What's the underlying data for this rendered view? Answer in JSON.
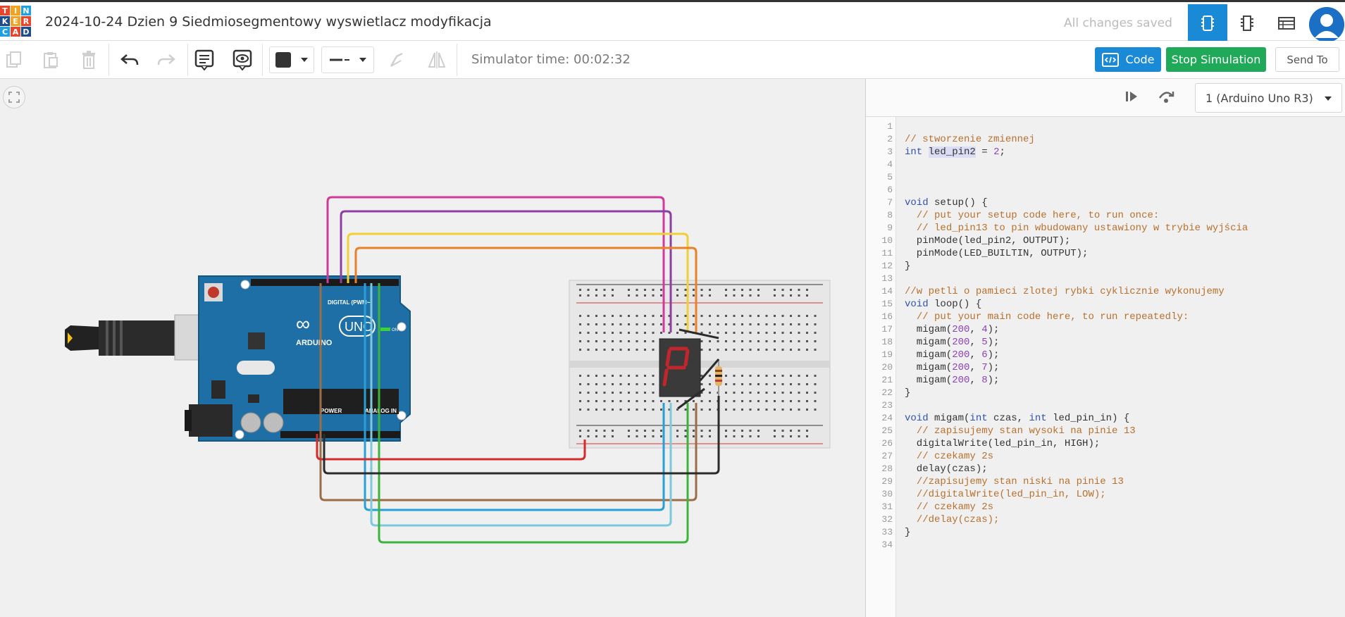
{
  "header": {
    "logo_letters": [
      "T",
      "I",
      "N",
      "K",
      "E",
      "R",
      "C",
      "A",
      "D"
    ],
    "logo_colors": [
      "#e8462c",
      "#f3a322",
      "#1fa0e0",
      "#1e4c8c",
      "#f3a322",
      "#e8462c",
      "#1fa0e0",
      "#e8462c",
      "#1e4c8c"
    ],
    "title": "2024-10-24 Dzien 9 Siedmiosegmentowy wyswietlacz modyfikacja",
    "save_status": "All changes saved",
    "view_icons": [
      "circuit-view-icon",
      "schematic-view-icon",
      "component-list-icon"
    ],
    "avatar": "user-avatar-icon"
  },
  "toolbar": {
    "tools": [
      "copy-icon",
      "paste-icon",
      "delete-icon",
      "undo-icon",
      "redo-icon",
      "notes-icon",
      "notes-visibility-icon",
      "color-picker",
      "line-style-picker",
      "rotate-icon",
      "flip-icon"
    ],
    "sim_time_label": "Simulator time: 00:02:32",
    "code_label": "Code",
    "stop_label": "Stop Simulation",
    "send_label": "Send To",
    "accent": "#1a8ad6",
    "stop_color": "#21a95a"
  },
  "canvas": {
    "board_labels": [
      "DIGITAL (PWM~)",
      "ARDUINO",
      "UNO",
      "POWER",
      "ANALOG IN",
      "ON"
    ]
  },
  "code_panel": {
    "device_select": "1 (Arduino Uno R3)",
    "lines": [
      {
        "n": "1",
        "t": ""
      },
      {
        "n": "2",
        "t": "// stworzenie zmiennej"
      },
      {
        "n": "3",
        "t": "int led_pin2 = 2;"
      },
      {
        "n": "4",
        "t": ""
      },
      {
        "n": "5",
        "t": ""
      },
      {
        "n": "6",
        "t": ""
      },
      {
        "n": "7",
        "t": "void setup() {"
      },
      {
        "n": "8",
        "t": "  // put your setup code here, to run once:"
      },
      {
        "n": "9",
        "t": "  // led_pin13 to pin wbudowany ustawiony w trybie wyjścia"
      },
      {
        "n": "10",
        "t": "  pinMode(led_pin2, OUTPUT);"
      },
      {
        "n": "11",
        "t": "  pinMode(LED_BUILTIN, OUTPUT);"
      },
      {
        "n": "12",
        "t": "}"
      },
      {
        "n": "13",
        "t": ""
      },
      {
        "n": "14",
        "t": "//w petli o pamieci zlotej rybki cyklicznie wykonujemy"
      },
      {
        "n": "15",
        "t": "void loop() {"
      },
      {
        "n": "16",
        "t": "  // put your main code here, to run repeatedly:"
      },
      {
        "n": "17",
        "t": "  migam(200, 4);"
      },
      {
        "n": "18",
        "t": "  migam(200, 5);"
      },
      {
        "n": "19",
        "t": "  migam(200, 6);"
      },
      {
        "n": "20",
        "t": "  migam(200, 7);"
      },
      {
        "n": "21",
        "t": "  migam(200, 8);"
      },
      {
        "n": "22",
        "t": "}"
      },
      {
        "n": "23",
        "t": ""
      },
      {
        "n": "24",
        "t": "void migam(int czas, int led_pin_in) {"
      },
      {
        "n": "25",
        "t": "  // zapisujemy stan wysoki na pinie 13"
      },
      {
        "n": "26",
        "t": "  digitalWrite(led_pin_in, HIGH);"
      },
      {
        "n": "27",
        "t": "  // czekamy 2s"
      },
      {
        "n": "28",
        "t": "  delay(czas);"
      },
      {
        "n": "29",
        "t": "  //zapisujemy stan niski na pinie 13"
      },
      {
        "n": "30",
        "t": "  //digitalWrite(led_pin_in, LOW);"
      },
      {
        "n": "31",
        "t": "  // czekamy 2s"
      },
      {
        "n": "32",
        "t": "  //delay(czas);"
      },
      {
        "n": "33",
        "t": "}"
      },
      {
        "n": "34",
        "t": ""
      }
    ]
  }
}
